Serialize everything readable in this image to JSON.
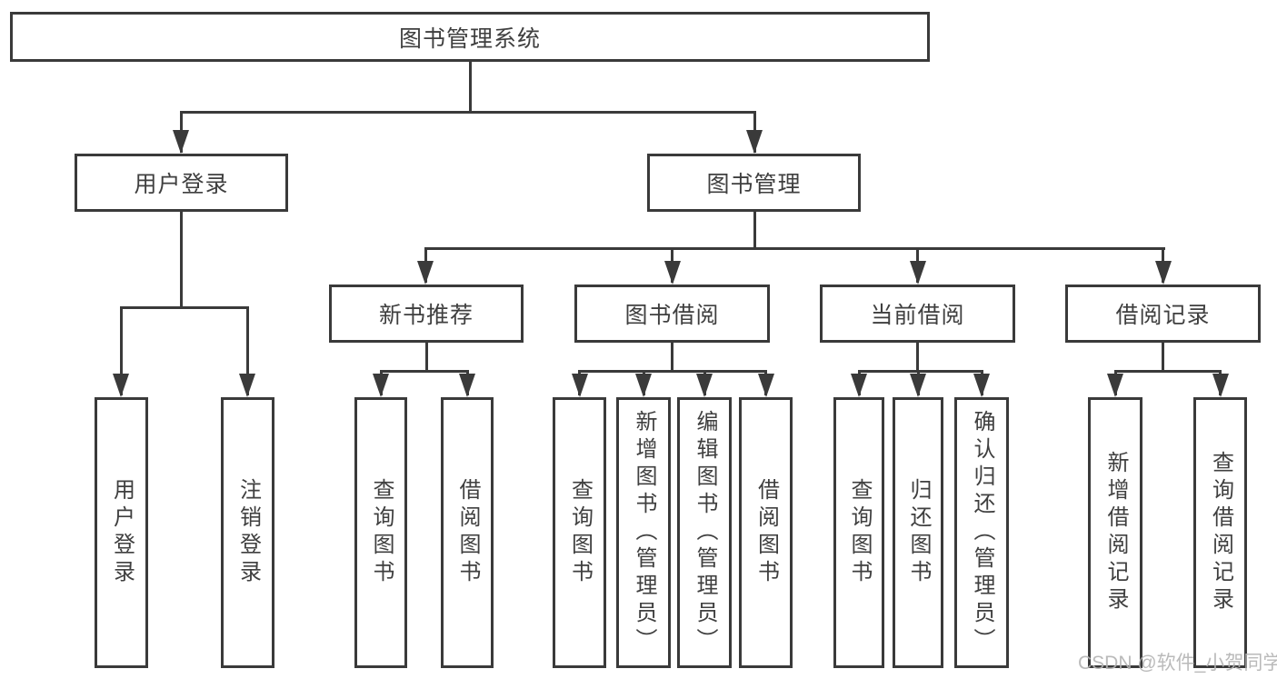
{
  "diagram": {
    "title": "图书管理系统",
    "branches": [
      {
        "label": "用户登录",
        "children": [
          {
            "label": "用户登录"
          },
          {
            "label": "注销登录"
          }
        ]
      },
      {
        "label": "图书管理",
        "children": [
          {
            "label": "新书推荐",
            "children": [
              {
                "label": "查询图书"
              },
              {
                "label": "借阅图书"
              }
            ]
          },
          {
            "label": "图书借阅",
            "children": [
              {
                "label": "查询图书"
              },
              {
                "label": "新增图书（管理员）"
              },
              {
                "label": "编辑图书（管理员）"
              },
              {
                "label": "借阅图书"
              }
            ]
          },
          {
            "label": "当前借阅",
            "children": [
              {
                "label": "查询图书"
              },
              {
                "label": "归还图书"
              },
              {
                "label": "确认归还（管理员）"
              }
            ]
          },
          {
            "label": "借阅记录",
            "children": [
              {
                "label": "新增借阅记录"
              },
              {
                "label": "查询借阅记录"
              }
            ]
          }
        ]
      }
    ]
  },
  "watermark": {
    "text": "CSDN @软件_小贺同学"
  },
  "colors": {
    "line": "#3a3a3a",
    "text": "#3f3f3f",
    "background": "#ffffff",
    "watermark": "#b3b3b3"
  }
}
